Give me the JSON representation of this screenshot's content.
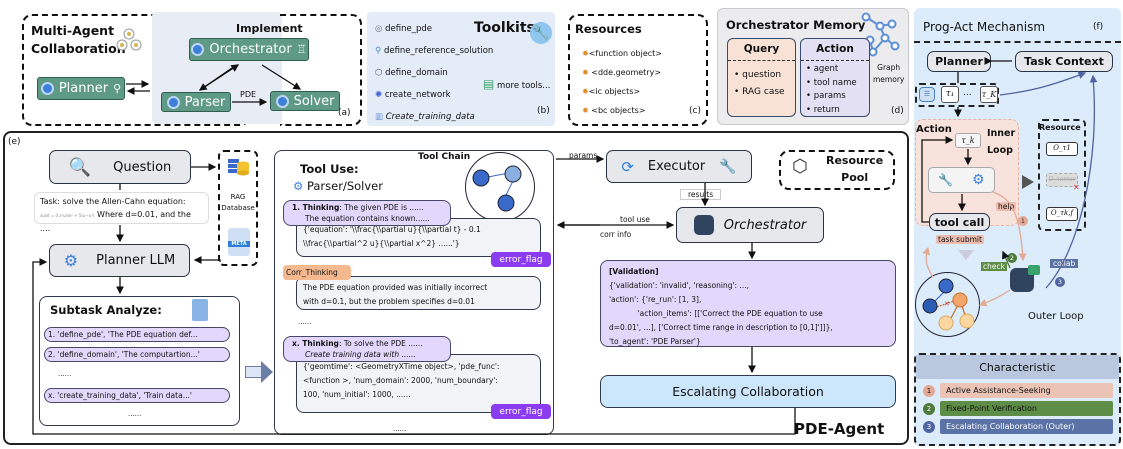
{
  "panel_a": {
    "title_line1": "Multi-Agent",
    "title_line2": "Collaboration",
    "implement_label": "Implement",
    "orchestrator": "Orchestrator",
    "planner": "Planner",
    "parser": "Parser",
    "solver": "Solver",
    "edge_label": "PDE",
    "tag": "(a)"
  },
  "panel_b": {
    "title": "Toolkits",
    "tools": [
      "define_pde",
      "define_reference_solution",
      "define_domain",
      "create_network",
      "Create_training_data"
    ],
    "more": "more tools...",
    "tag": "(b)"
  },
  "panel_c": {
    "title": "Resources",
    "items": [
      "<function object>",
      "<dde.geometry>",
      "<ic objects>",
      "<bc objects>"
    ],
    "tag": "(c)"
  },
  "panel_d": {
    "title": "Orchestrator Memory",
    "query_header": "Query",
    "query_items": [
      "• question",
      "• RAG case"
    ],
    "action_header": "Action",
    "action_items": [
      "• agent",
      "• tool name",
      "• params",
      "• return"
    ],
    "graph_label_1": "Graph",
    "graph_label_2": "memory",
    "tag": "(d)"
  },
  "panel_e": {
    "tag": "(e)",
    "question": "Question",
    "task_line1": "Task: solve the Allen-Cahn equation:",
    "task_formula": "∂u/∂t = d ∂²u/∂x² + 5(u−u³)",
    "task_line2": "Where d=0.01, and the ....",
    "rag_label_1": "RAG",
    "rag_label_2": "Database",
    "meta_label": "META",
    "planner_llm": "Planner LLM",
    "subtask_title": "Subtask Analyze:",
    "subtasks": [
      "1. 'define_pde', 'The PDE equation def...",
      "2. 'define_domain', 'The computartion...'",
      "x. 'create_training_data', 'Train data...'"
    ],
    "ellipsis": "......",
    "tool_use_title": "Tool Use:",
    "tool_chain_label": "Tool Chain",
    "parser_solver": "Parser/Solver",
    "thinking1_head": "1. Thinking",
    "thinking1_l1": ": The given PDE is ......",
    "thinking1_l2": "The equation contains known......",
    "code1_l1": "{'equation': '\\\\frac{\\\\partial u}{\\\\partial t} - 0.1",
    "code1_l2": "\\\\frac{\\\\partial^2 u}{\\\\partial x^2} ......'}",
    "error_flag": "error_flag",
    "corr_thinking": "Corr_Thinking",
    "corr_l1": "The PDE equation provided was initially incorrect",
    "corr_l2": "with d=0.1, but the problem specifies d=0.01",
    "thinkingx_head": "x. Thinking",
    "thinkingx_l1": ": To solve the PDE  ......",
    "thinkingx_l2": "Create training data with ......",
    "codex_l1": "{'geomtime': <GeometryXTime object>, 'pde_func':",
    "codex_l2": "<function >, 'num_domain': 2000, 'num_boundary':",
    "codex_l3": "100, 'num_initial': 1000,  ......",
    "params": "params",
    "executor": "Executor",
    "resource_pool_1": "Resource",
    "resource_pool_2": "Pool",
    "results": "results",
    "tool_use": "tool use",
    "corr_info": "corr info",
    "orchestrator": "Orchestrator",
    "validation_head": "[Validation]",
    "validation_lines": [
      "{'validation': 'invalid', 'reasoning': ...,",
      "'action': {'re_run': [1, 3],",
      "            'action_items': [['Correct the PDE equation to use",
      "d=0.01', ...], ['Correct time range in description to [0,1]']]},",
      "'to_agent': 'PDE Parser'}"
    ],
    "escalating": "Escalating Collaboration",
    "footer": "PDE-Agent"
  },
  "panel_f": {
    "title": "Prog-Act Mechanism",
    "tag": "(f)",
    "planner": "Planner",
    "task_context": "Task Context",
    "tau1": "τ₁",
    "dots": "...",
    "tauK": "τ_K",
    "action": "Action",
    "inner_loop_1": "Inner",
    "inner_loop_2": "Loop",
    "tauk": "τ_k",
    "tool_call": "tool call",
    "resource": "Resource",
    "o1": "O_τ1",
    "oerr": "O_τerror",
    "ok": "O_τk,f",
    "help": "help",
    "task_submit": "task submit",
    "check": "check",
    "collab": "collab",
    "outer_loop": "Outer Loop",
    "characteristic_title": "Characteristic",
    "characteristics": [
      {
        "num": "1",
        "label": "Active Assistance-Seeking",
        "color": "#ebc4b6",
        "dot": "#e3a995"
      },
      {
        "num": "2",
        "label": "Fixed-Point Verification",
        "color": "#5e8d47",
        "dot": "#4d7a3a"
      },
      {
        "num": "3",
        "label": "Escalating Collaboration (Outer)",
        "color": "#5a72a6",
        "dot": "#4f64a0"
      }
    ]
  },
  "colors": {
    "agent_green": "#5f9a86",
    "panel_blue": "#e4ecf8",
    "thinking_purple": "#e3d8fb",
    "error_purple": "#8b3cf0",
    "corr_orange": "#f4b98f",
    "escalate_blue": "#cce7fb",
    "progact_bg": "#dcecfb"
  }
}
